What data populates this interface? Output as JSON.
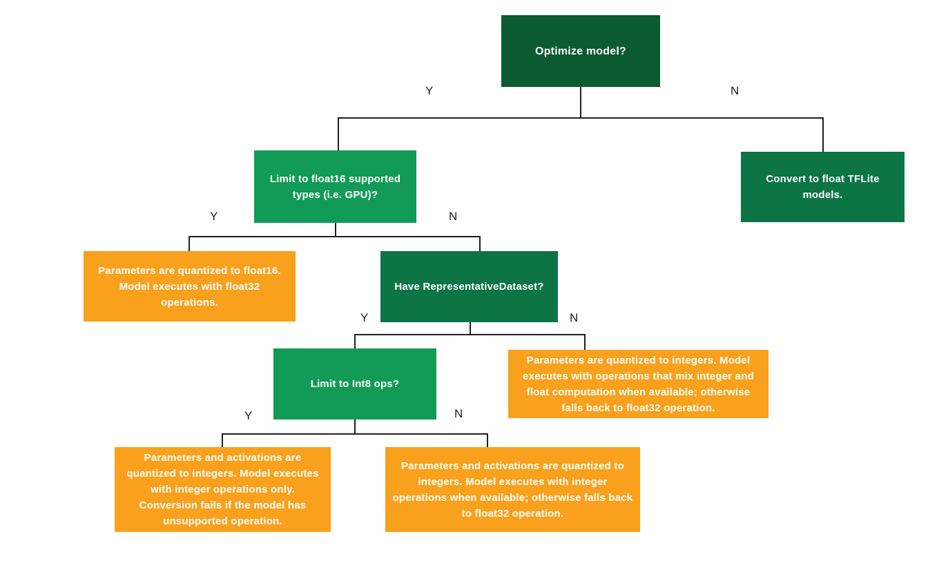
{
  "diagram": {
    "type": "decision-tree-flowchart",
    "colors": {
      "decision_root": "#0b5a31",
      "decision_dark": "#0d7446",
      "decision_bright": "#129a57",
      "outcome": "#f9a01c",
      "node_text": "#ffffff",
      "connector": "#1e1e1e",
      "branch_label_text": "#1c1c1c",
      "background": "#ffffff"
    },
    "nodes": {
      "optimize": {
        "label": "Optimize model?"
      },
      "float16": {
        "label": "Limit to float16 supported types (i.e. GPU)?"
      },
      "convert": {
        "label": "Convert to float TFLite models."
      },
      "float16_result": {
        "label": "Parameters are quantized to float16. Model executes with float32 operations."
      },
      "have_dataset": {
        "label": "Have RepresentativeDataset?"
      },
      "int8": {
        "label": "Limit to Int8 ops?"
      },
      "dynamic_result": {
        "label": "Parameters are quantized to integers. Model executes with operations that mix integer and float computation when available; otherwise falls back to float32 operation."
      },
      "int8_only_result": {
        "label": "Parameters and activations are quantized to integers. Model executes with integer operations only. Conversion fails if the model has unsupported operation."
      },
      "int8_fallback_result": {
        "label": "Parameters and activations are quantized to integers. Model executes with integer operations when available; otherwise falls back to float32 operation."
      }
    },
    "branch_labels": {
      "b1_yes": "Y",
      "b1_no": "N",
      "b2_yes": "Y",
      "b2_no": "N",
      "b3_yes": "Y",
      "b3_no": "N",
      "b4_yes": "Y",
      "b4_no": "N"
    }
  }
}
